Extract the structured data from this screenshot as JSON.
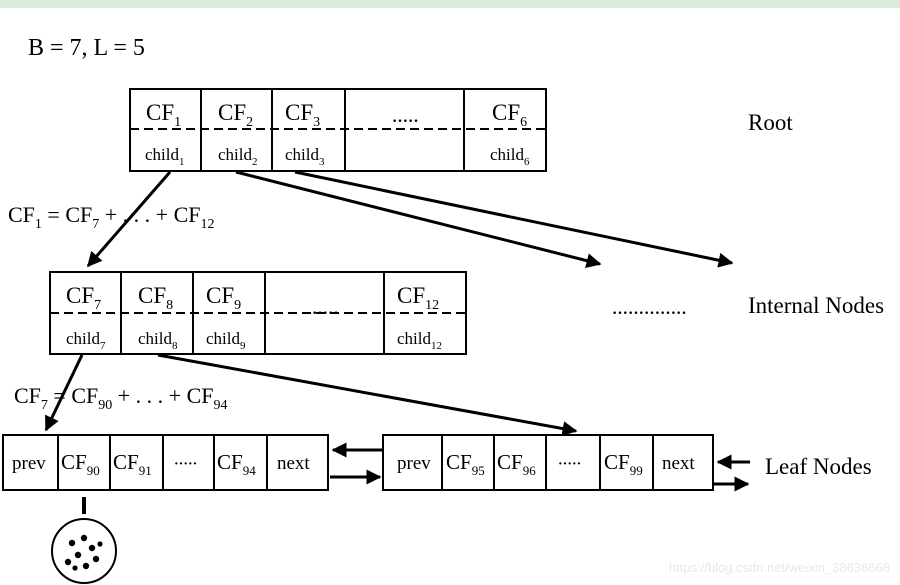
{
  "params": "B = 7, L = 5",
  "labels": {
    "root": "Root",
    "internal": "Internal Nodes",
    "leaf": "Leaf Nodes"
  },
  "ellipsis_short": "·····",
  "ellipsis_long": "··············",
  "equations": [
    {
      "lhs": "1",
      "first": "7",
      "last": "12"
    },
    {
      "lhs": "7",
      "first": "90",
      "last": "94"
    }
  ],
  "root": {
    "cf": [
      "1",
      "2",
      "3",
      "6"
    ],
    "child": [
      "1",
      "2",
      "3",
      "6"
    ]
  },
  "internal": {
    "cf": [
      "7",
      "8",
      "9",
      "12"
    ],
    "child": [
      "7",
      "8",
      "9",
      "12"
    ]
  },
  "leaf_left": {
    "prev": "prev",
    "cf": [
      "90",
      "91",
      "94"
    ],
    "next": "next"
  },
  "leaf_right": {
    "prev": "prev",
    "cf": [
      "95",
      "96",
      "99"
    ],
    "next": "next"
  },
  "watermark": "https://blog.csdn.net/weixin_38636668"
}
